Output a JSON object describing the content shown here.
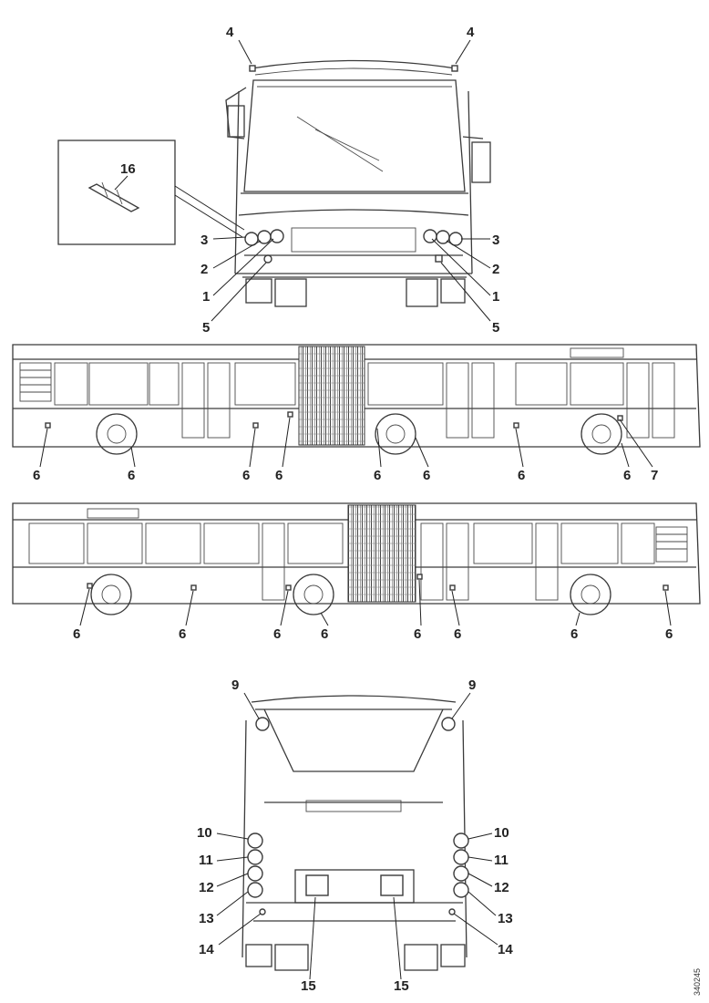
{
  "figure": {
    "reference": "340245",
    "callouts_front": [
      "4",
      "4",
      "16",
      "3",
      "2",
      "1",
      "5",
      "3",
      "2",
      "1",
      "5"
    ],
    "callouts_side_upper": [
      "6",
      "6",
      "6",
      "6",
      "6",
      "6",
      "6",
      "6",
      "7"
    ],
    "callouts_side_lower": [
      "6",
      "6",
      "6",
      "6",
      "6",
      "6",
      "6",
      "6"
    ],
    "callouts_rear": [
      "9",
      "9",
      "10",
      "10",
      "11",
      "11",
      "12",
      "12",
      "13",
      "13",
      "14",
      "14",
      "15",
      "15"
    ]
  },
  "icons": {
    "front-view": "bus-front-outline",
    "side-view": "articulated-bus-side-outline",
    "rear-view": "bus-rear-outline",
    "detail": "lamp-detail-inset"
  }
}
